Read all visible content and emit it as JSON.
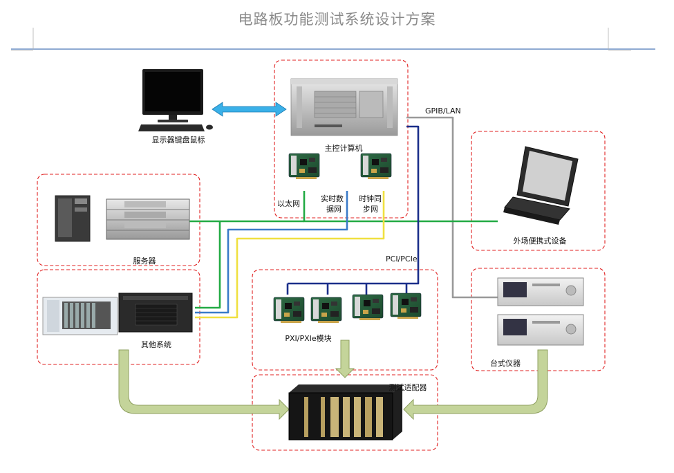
{
  "title": "电路板功能测试系统设计方案",
  "labels": {
    "display": "显示器键盘鼠标",
    "host": "主控计算机",
    "ethernet": "以太网",
    "realtime_1": "实时数",
    "realtime_2": "据网",
    "clock_1": "时钟同",
    "clock_2": "步网",
    "gpib": "GPIB/LAN",
    "server": "服务器",
    "portable": "外场便携式设备",
    "pci": "PCI/PCIe",
    "other": "其他系统",
    "pxi": "PXI/PXIe模块",
    "bench": "台式仪器",
    "adapter": "测试适配器"
  },
  "colors": {
    "dash_border": "#e02020",
    "ethernet_line": "#22aa44",
    "realtime_line": "#3a7bc8",
    "clock_line": "#f0e040",
    "pci_line": "#1a2e8a",
    "gpib_line": "#999999",
    "arrow_fill": "#c4d49a",
    "arrow_stroke": "#8fa060",
    "bidirectional_arrow": "#3ab0e8",
    "header_rule": "#4a78b8"
  }
}
